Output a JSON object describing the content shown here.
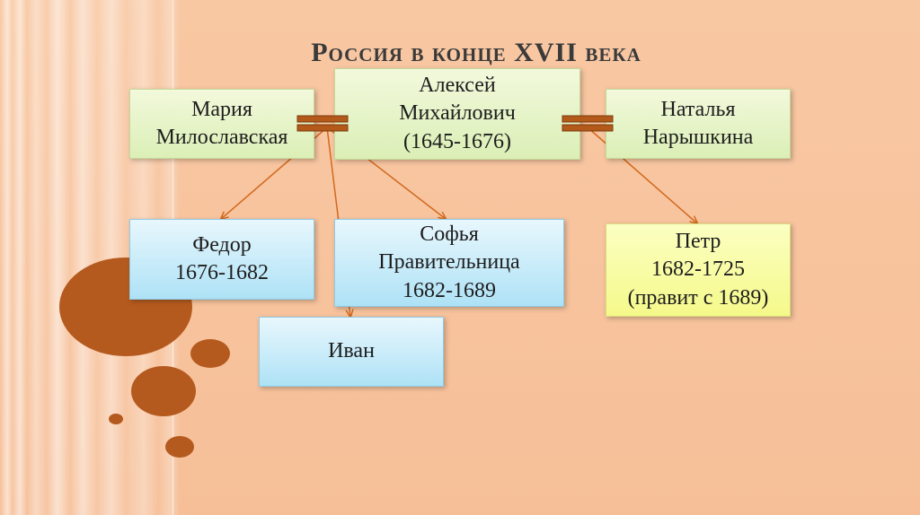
{
  "title": "Россия в конце XVII века",
  "nodes": {
    "maria": "Мария\nМилославская",
    "alexei": "Алексей\nМихайлович\n(1645-1676)",
    "natalya": "Наталья\nНарышкина",
    "fedor": "Федор\n1676-1682",
    "sofya": "Софья\nПравительница\n1682-1689",
    "ivan": "Иван",
    "petr": "Петр\n1682-1725\n(правит с 1689)"
  },
  "colors": {
    "accent": "#b55a1e",
    "arrow": "#d2691e",
    "marriage_symbol": "#b35a1a"
  }
}
